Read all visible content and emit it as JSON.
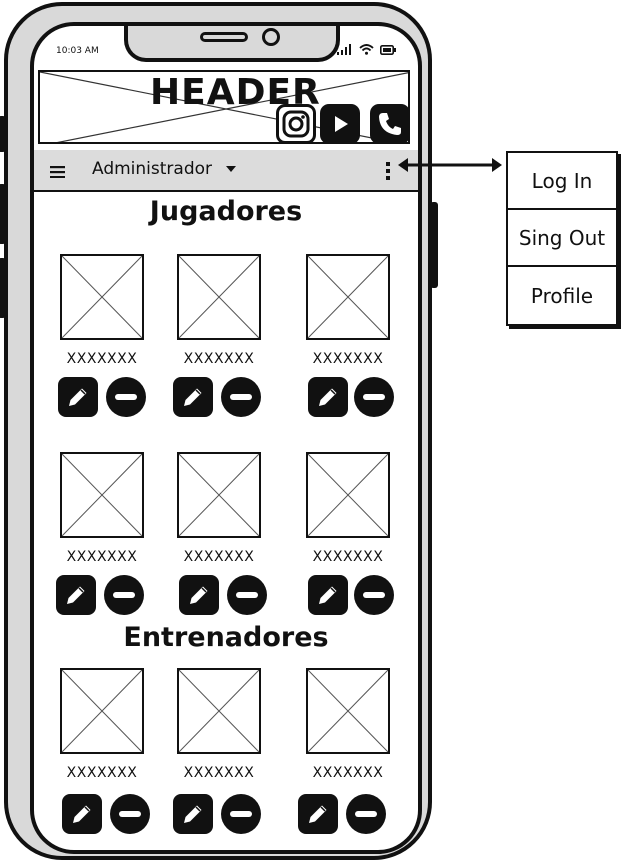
{
  "status_bar": {
    "time": "10:03 AM"
  },
  "header": {
    "title": "HEADER",
    "social_icons": [
      "instagram-icon",
      "youtube-icon",
      "phone-icon"
    ]
  },
  "navbar": {
    "user_label": "Administrador"
  },
  "dropdown_menu": {
    "items": [
      "Log In",
      "Sing Out",
      "Profile"
    ]
  },
  "sections": {
    "players": {
      "title": "Jugadores",
      "names": [
        "XXXXXXX",
        "XXXXXXX",
        "XXXXXXX",
        "XXXXXXX",
        "XXXXXXX",
        "XXXXXXX"
      ]
    },
    "coaches": {
      "title": "Entrenadores",
      "names": [
        "XXXXXXX",
        "XXXXXXX",
        "XXXXXXX"
      ]
    }
  },
  "colors": {
    "shell": "#d9d9d9",
    "navbar": "#dcdcdc",
    "ink": "#111111"
  }
}
